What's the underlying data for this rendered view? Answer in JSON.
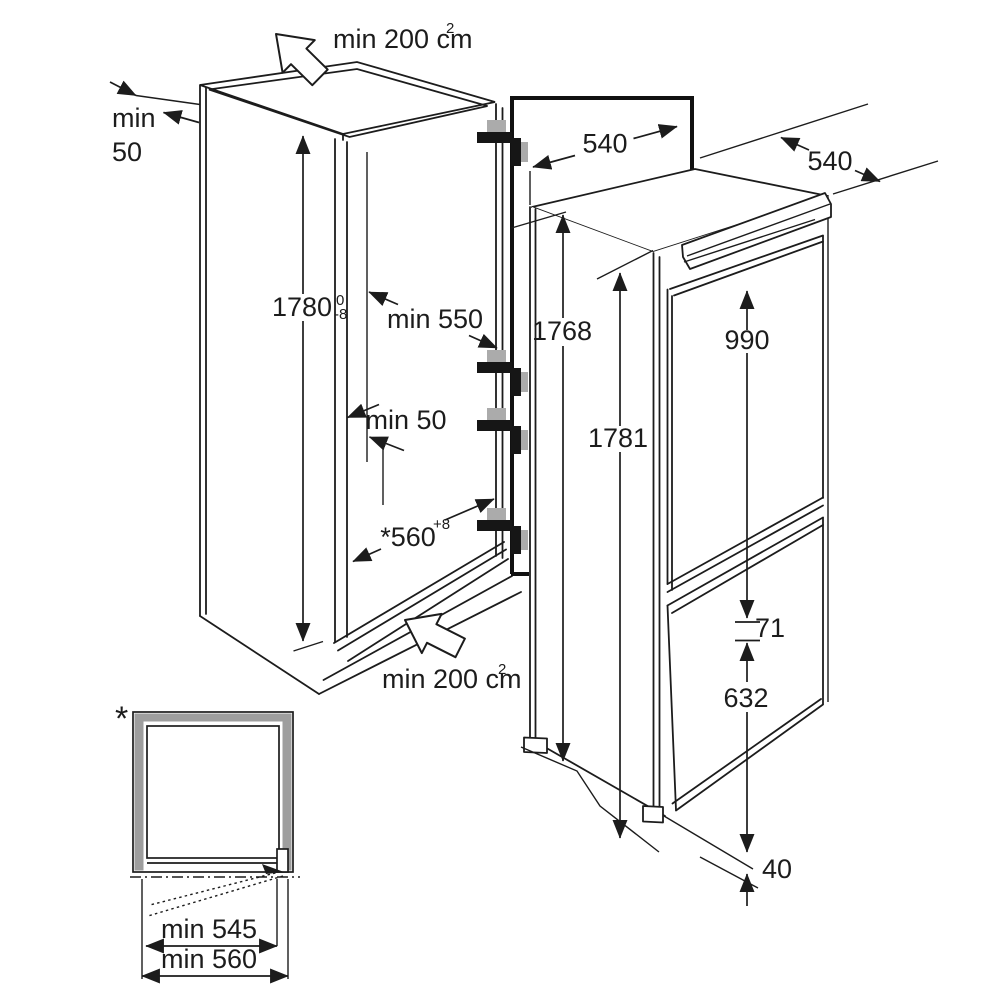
{
  "labels": {
    "vent_top": "min 200 cm",
    "vent_top_sup": "2",
    "clearance_top_1": "min",
    "clearance_top_2": "50",
    "niche_height": "1780",
    "niche_height_tol_plus": "0",
    "niche_height_tol_minus": "-8",
    "niche_depth": "min 550",
    "rear_clearance": "min 50",
    "niche_width": "*560",
    "niche_width_sup": "+8",
    "vent_bottom": "min 200 cm",
    "vent_bottom_sup": "2",
    "appliance_width": "540",
    "appliance_depth": "540",
    "height_inner": "1768",
    "height_overall": "1781",
    "fridge_door": "990",
    "door_gap": "71",
    "freezer_door": "632",
    "plinth": "40",
    "asterisk": "*",
    "niche_clear_width": "min 545",
    "niche_outer_width": "min 560"
  }
}
